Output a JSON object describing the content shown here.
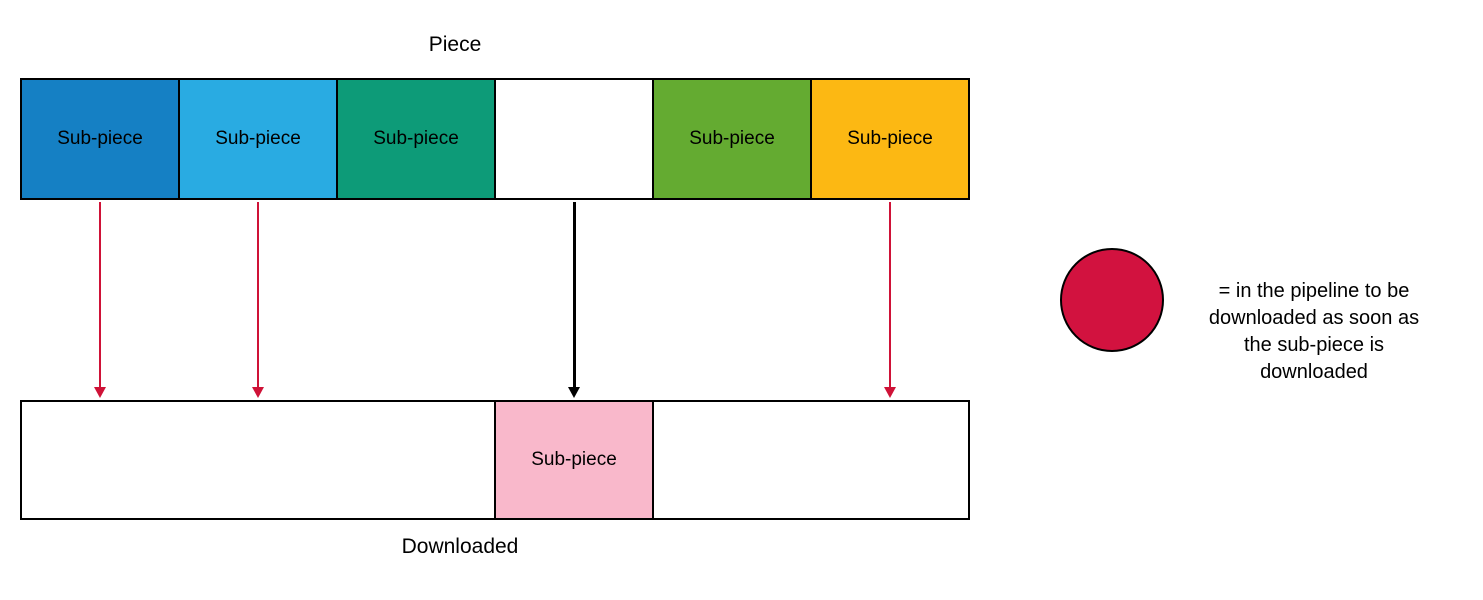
{
  "title": "Piece",
  "piece_bar": {
    "cells": [
      {
        "label": "Sub-piece",
        "color": "#1580c4"
      },
      {
        "label": "Sub-piece",
        "color": "#29abe2"
      },
      {
        "label": "Sub-piece",
        "color": "#0d9b78"
      },
      {
        "label": "",
        "color": "#ffffff"
      },
      {
        "label": "Sub-piece",
        "color": "#64ab31"
      },
      {
        "label": "Sub-piece",
        "color": "#fcb813"
      }
    ]
  },
  "arrows": [
    {
      "color": "#cf1237"
    },
    {
      "color": "#cf1237"
    },
    {
      "color": "#000000"
    },
    {
      "color": "#cf1237"
    }
  ],
  "downloaded_bar": {
    "label": "Downloaded",
    "cell": {
      "label": "Sub-piece",
      "color": "#f9b8cb"
    }
  },
  "legend": {
    "circle_color": "#d2123f",
    "lines": [
      "= in the pipeline to be",
      "downloaded as soon as",
      "the sub-piece is",
      "downloaded"
    ]
  }
}
